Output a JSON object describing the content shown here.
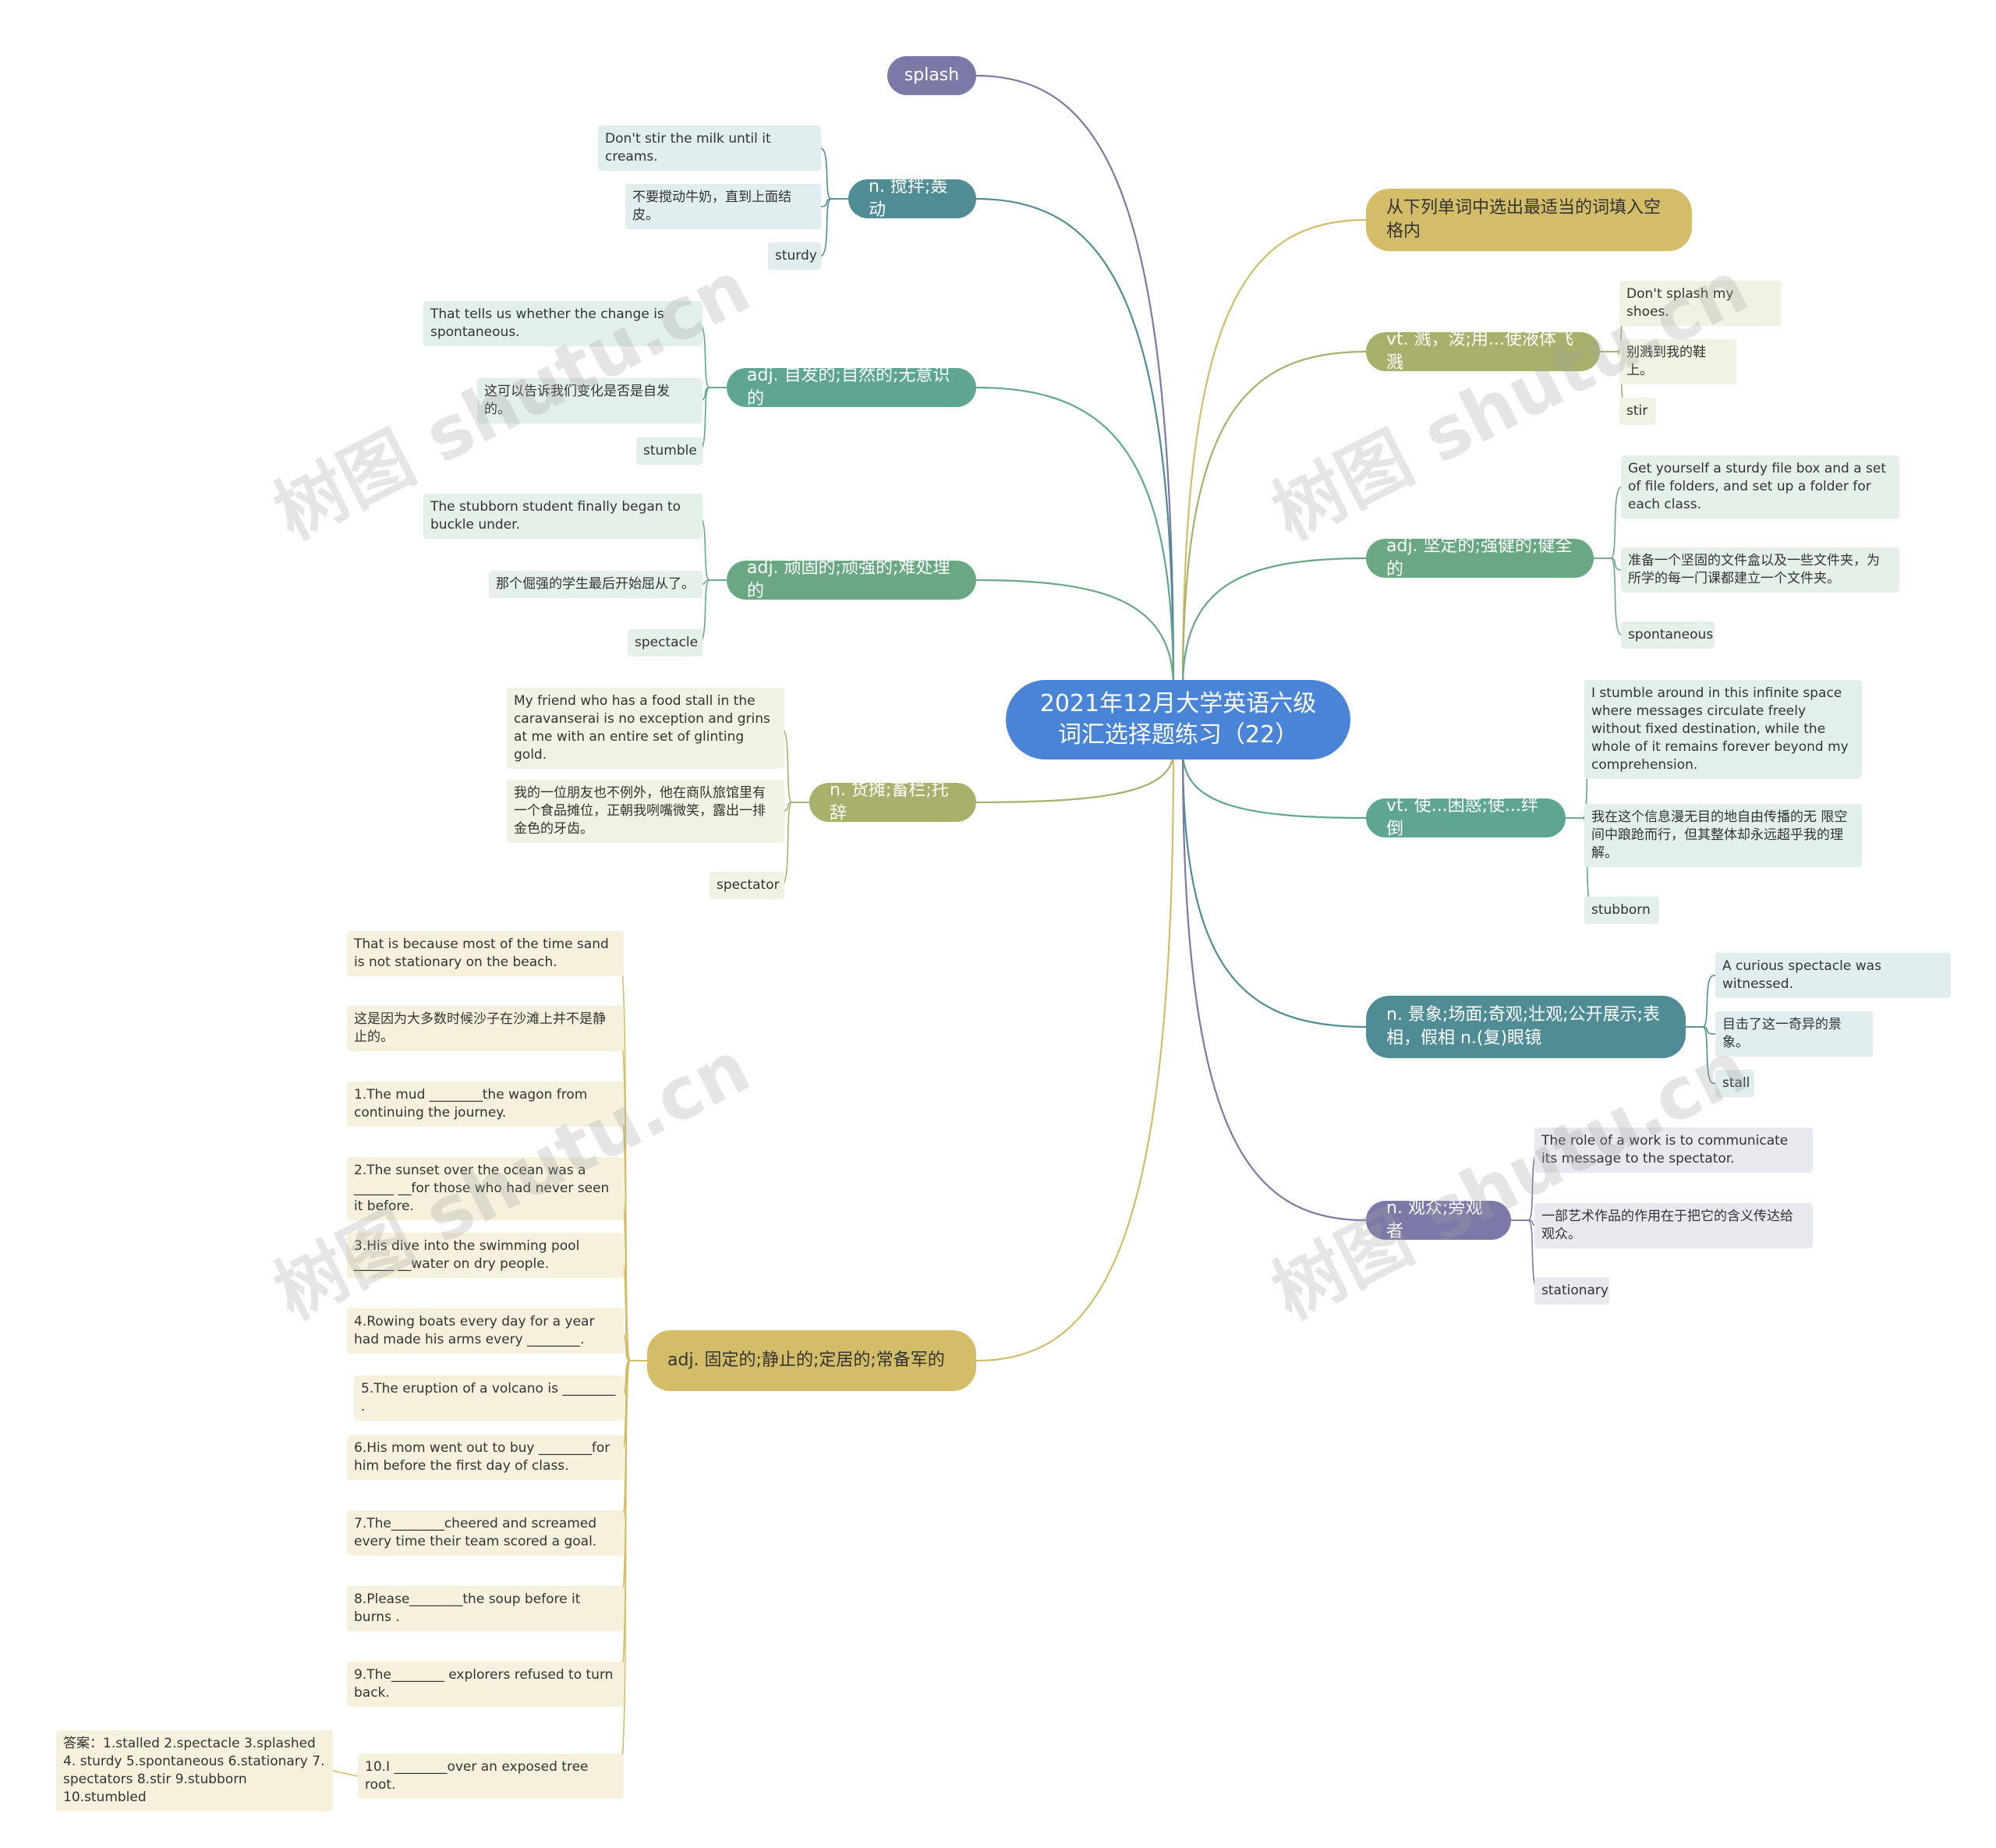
{
  "root": {
    "title": "2021年12月大学英语六级\n词汇选择题练习（22）"
  },
  "branches": {
    "splash": {
      "label": "splash",
      "color": "#7b79a8"
    },
    "stir": {
      "label": "n. 搅拌;轰动",
      "color": "#4f8c96",
      "leaves": [
        "Don't stir the milk until it creams.",
        "不要搅动牛奶，直到上面结皮。",
        "sturdy"
      ]
    },
    "spontaneous": {
      "label": "adj. 自发的;自然的;无意识的",
      "color": "#5fa692",
      "leaves": [
        "That tells us whether the change is spontaneous.",
        "这可以告诉我们变化是否是自发的。",
        "stumble"
      ]
    },
    "stubborn": {
      "label": "adj. 顽固的;顽强的;难处理的",
      "color": "#6aa884",
      "leaves": [
        "The stubborn student finally began to buckle under.",
        "那个倔强的学生最后开始屈从了。",
        "spectacle"
      ]
    },
    "stall": {
      "label": "n. 货摊;畜栏;托辞",
      "color": "#a9b06c",
      "leaves": [
        "My friend who has a food stall in the caravanserai is no exception and grins at me with an entire set of glinting gold.",
        "我的一位朋友也不例外，他在商队旅馆里有一个食品摊位，正朝我咧嘴微笑，露出一排金色的牙齿。",
        "spectator"
      ]
    },
    "stationary": {
      "label": "adj. 固定的;静止的;定居的;常备军的",
      "color": "#d4bd68",
      "leaves": [
        "That is because most of the time sand is not stationary on the beach.",
        "这是因为大多数时候沙子在沙滩上并不是静止的。",
        "1.The mud ________the wagon from continuing the journey.",
        "2.The sunset over the ocean was a ______ __for those who had never seen it before.",
        "3.His dive into the swimming pool ______ __water on dry people.",
        "4.Rowing boats every day for a year had made his arms every ________.",
        "5.The eruption of a volcano is ________ .",
        "6.His mom went out to buy ________for him before the first day of class.",
        "7.The________cheered and screamed every time their team scored a goal.",
        "8.Please________the soup before it burns .",
        "9.The________ explorers refused to turn back.",
        "10.I ________over an exposed tree root."
      ],
      "answer": "答案：1.stalled 2.spectacle 3.splashed 4. sturdy 5.spontaneous 6.stationary 7. spectators 8.stir 9.stubborn 10.stumbled"
    },
    "instruction": {
      "label": "从下列单词中选出最适当的词填入空格内",
      "color": "#d4bd68"
    },
    "splash_vt": {
      "label": "vt. 溅，泼;用...使液体飞溅",
      "color": "#a9b06c",
      "leaves": [
        "Don't splash my shoes.",
        "别溅到我的鞋上。",
        "stir"
      ]
    },
    "sturdy": {
      "label": "adj. 坚定的;强健的;健全的",
      "color": "#6aa884",
      "leaves": [
        "Get yourself a sturdy file box and a set of file folders, and set up a folder for each class.",
        "准备一个坚固的文件盒以及一些文件夹，为所学的每一门课都建立一个文件夹。",
        "spontaneous"
      ]
    },
    "stumble": {
      "label": "vt. 使...困惑;使...绊倒",
      "color": "#5fa692",
      "leaves": [
        "I stumble around in this infinite space where messages circulate freely without fixed destination, while the whole of it remains forever beyond my comprehension.",
        "我在这个信息漫无目的地自由传播的无 限空间中踉跄而行，但其整体却永远超乎我的理解。",
        "stubborn"
      ]
    },
    "spectacle": {
      "label": "n. 景象;场面;奇观;壮观;公开展示;表相，假相 n.(复)眼镜",
      "color": "#4f8c96",
      "leaves": [
        "A curious spectacle was witnessed.",
        "目击了这一奇异的景象。",
        "stall"
      ]
    },
    "spectator": {
      "label": "n. 观众;旁观者",
      "color": "#7b79a8",
      "leaves": [
        "The role of a work is to communicate its message to the spectator.",
        "一部艺术作品的作用在于把它的含义传达给观众。",
        "stationary"
      ]
    }
  },
  "watermark": "树图 shutu.cn"
}
